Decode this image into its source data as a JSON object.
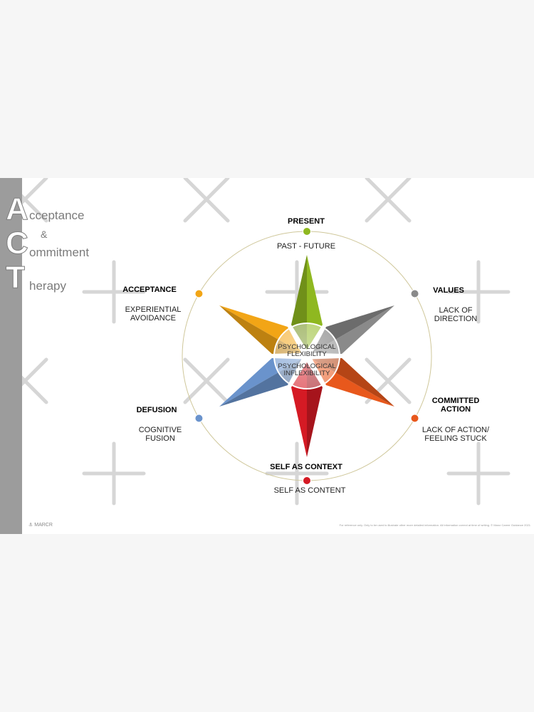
{
  "title": {
    "letters": [
      "A",
      "C",
      "T"
    ],
    "words": [
      "cceptance",
      "ommitment",
      "herapy"
    ],
    "amp": "&"
  },
  "points": {
    "present": {
      "title": "PRESENT",
      "desc": "PAST - FUTURE",
      "color": "#8fb820"
    },
    "values": {
      "title": "VALUES",
      "desc": "LACK OF\nDIRECTION",
      "color": "#8a8a8a"
    },
    "committed_action": {
      "title": "COMMITTED\nACTION",
      "desc": "LACK OF ACTION/\nFEELING STUCK",
      "color": "#e8581c"
    },
    "self_as_context": {
      "title": "SELF AS CONTEXT",
      "desc": "SELF AS CONTENT",
      "color": "#d51a24"
    },
    "defusion": {
      "title": "DEFUSION",
      "desc": "COGNITIVE\nFUSION",
      "color": "#6a93cc"
    },
    "acceptance": {
      "title": "ACCEPTANCE",
      "desc": "EXPERIENTIAL\nAVOIDANCE",
      "color": "#f2a516"
    }
  },
  "center": {
    "top": "PSYCHOLOGICAL\nFLEXIBILITY",
    "bottom": "PSYCHOLOGICAL\nINFLEXIBILITY"
  },
  "circle_color": "#cfc79a",
  "logo": "MARCR",
  "footer": "For reference only. Only to be used to illustrate other more detailed information. All information correct at time of writing. © Marcr Career Guidance 2021"
}
